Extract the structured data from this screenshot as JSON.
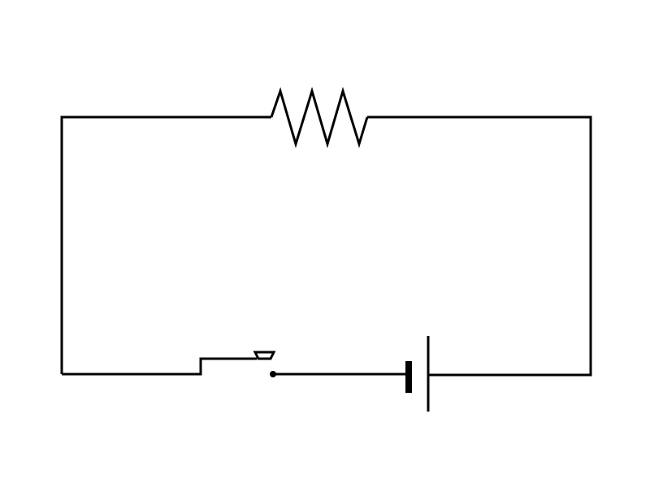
{
  "diagram": {
    "type": "circuit",
    "components": [
      {
        "kind": "resistor",
        "position": "top"
      },
      {
        "kind": "push-button-switch",
        "state": "open",
        "position": "bottom-left"
      },
      {
        "kind": "battery-cell",
        "position": "bottom-right"
      }
    ],
    "stroke_color": "#000000",
    "background": "#ffffff"
  }
}
